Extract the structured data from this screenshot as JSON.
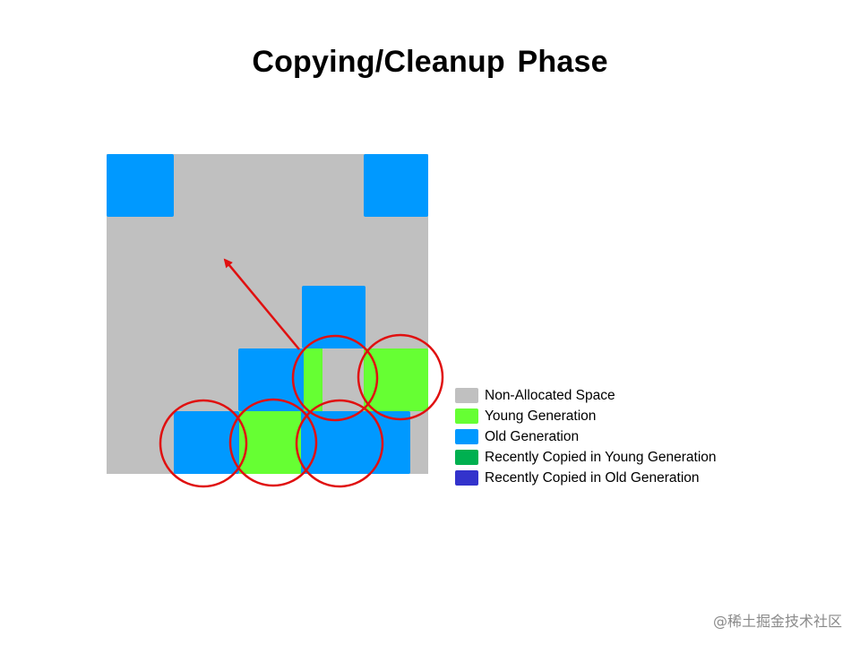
{
  "title": "Copying/Cleanup Phase",
  "colors": {
    "non_allocated": "#c0c0c0",
    "young": "#66ff33",
    "old": "#0099ff",
    "recent_young": "#00b050",
    "recent_old": "#3333cc",
    "circle": "#e01010"
  },
  "legend": [
    {
      "label": "Non-Allocated Space",
      "color": "#c0c0c0"
    },
    {
      "label": "Young Generation",
      "color": "#66ff33"
    },
    {
      "label": "Old Generation",
      "color": "#0099ff"
    },
    {
      "label": "Recently Copied in Young Generation",
      "color": "#00b050"
    },
    {
      "label": "Recently Copied in Old Generation",
      "color": "#3333cc"
    }
  ],
  "watermark": "@稀土掘金技术社区"
}
